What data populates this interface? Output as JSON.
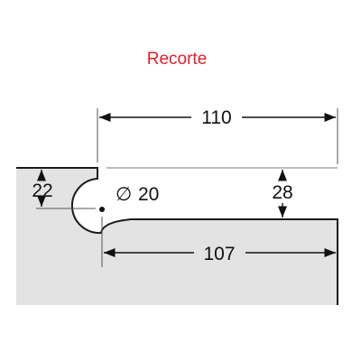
{
  "title": "Recorte",
  "dimensions": {
    "overall_width": "110",
    "slot_height": "22",
    "hole_diameter_symbol": "∅",
    "hole_diameter": "20",
    "step_height": "28",
    "lower_width": "107"
  },
  "colors": {
    "title": "#e0202a",
    "plate_fill": "#e3e3e3",
    "outline": "#1a1a1a",
    "dimension": "#111111",
    "extension": "#555555"
  }
}
